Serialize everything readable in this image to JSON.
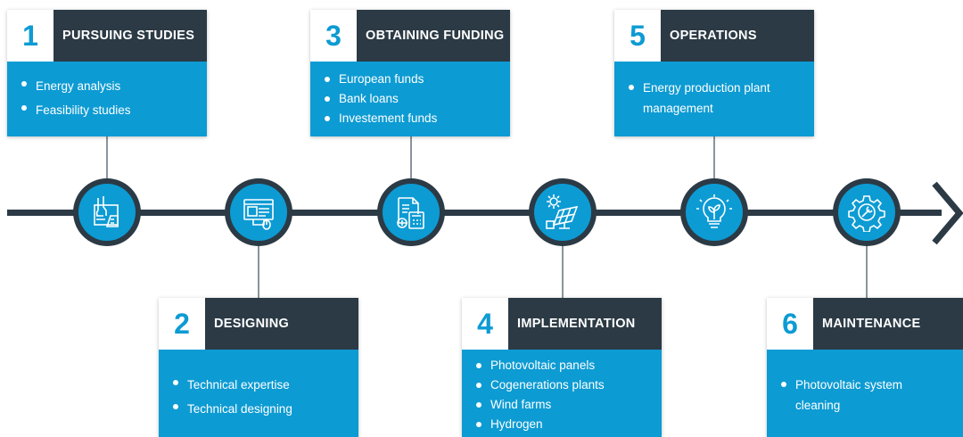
{
  "steps": [
    {
      "number": "1",
      "title": "PURSUING STUDIES",
      "items": [
        "Energy analysis",
        "Feasibility studies"
      ],
      "icon": "lab-blueprint-icon"
    },
    {
      "number": "2",
      "title": "DESIGNING",
      "items": [
        "Technical expertise",
        "Technical designing"
      ],
      "icon": "design-screen-icon"
    },
    {
      "number": "3",
      "title": "OBTAINING FUNDING",
      "items": [
        "European funds",
        "Bank loans",
        "Investement funds"
      ],
      "icon": "invoice-calculator-icon"
    },
    {
      "number": "4",
      "title": "IMPLEMENTATION",
      "items": [
        "Photovoltaic panels",
        "Cogenerations plants",
        "Wind farms",
        "Hydrogen"
      ],
      "icon": "solar-panel-icon"
    },
    {
      "number": "5",
      "title": "OPERATIONS",
      "items": [
        "Energy production plant management"
      ],
      "icon": "lightbulb-plant-icon"
    },
    {
      "number": "6",
      "title": "MAINTENANCE",
      "items": [
        "Photovoltaic system cleaning"
      ],
      "icon": "gear-wrench-icon"
    }
  ],
  "colors": {
    "accent": "#0d9bd3",
    "dark": "#2b3a45",
    "connector": "#8a949b"
  }
}
